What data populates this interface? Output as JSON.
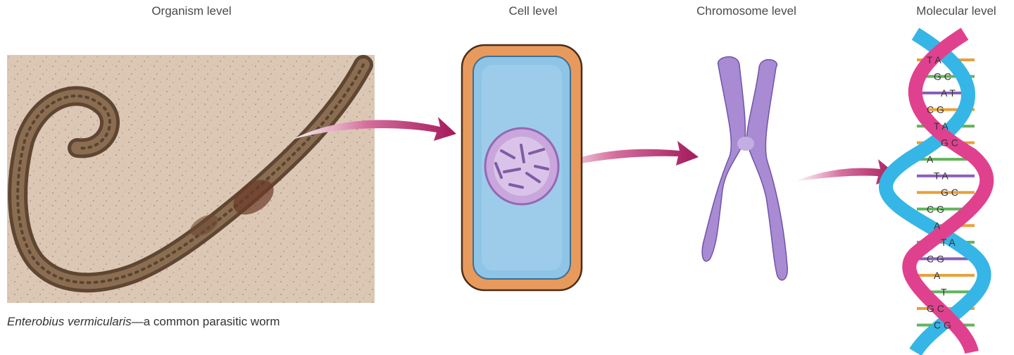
{
  "labels": {
    "organism": "Organism level",
    "cell": "Cell level",
    "chromosome": "Chromosome level",
    "molecular": "Molecular level"
  },
  "caption": {
    "species": "Enterobius vermicularis",
    "text": "—a common parasitic worm"
  },
  "base_pairs": [
    "T A",
    "G C",
    "A T",
    "C G",
    "T A",
    "G C",
    "A",
    "T A",
    "G C",
    "C G",
    "A",
    "T A",
    "C G",
    "A",
    "T",
    "G C",
    "C G"
  ],
  "colors": {
    "arrow": "#a3195b",
    "micrograph_bg": "#dcc7b4",
    "cell_wall": "#e89a5c",
    "cytoplasm": "#8ec4e6",
    "nucleus": "#c9a6dc",
    "chromosome": "#a98bd4",
    "dna_strand_a": "#35b6e6",
    "dna_strand_b": "#e0418f"
  }
}
